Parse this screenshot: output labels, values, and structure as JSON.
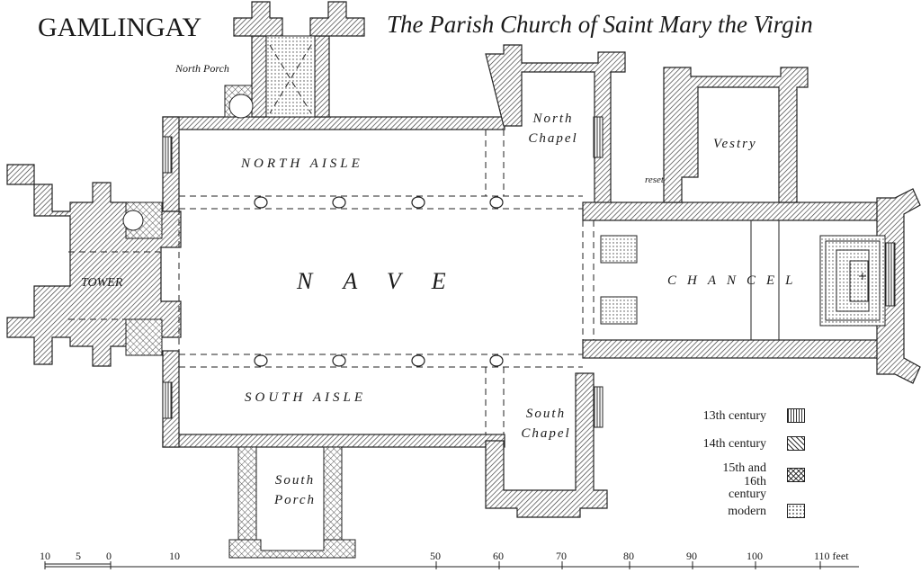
{
  "header": {
    "title": "GAMLINGAY",
    "subtitle": "The Parish Church of Saint Mary the Virgin"
  },
  "rooms": {
    "north_porch": "North Porch",
    "north_aisle": "NORTH AISLE",
    "north_chapel": "North Chapel",
    "vestry": "Vestry",
    "reset": "reset",
    "tower": "TOWER",
    "nave": "NAVE",
    "chancel": "CHANCEL",
    "south_aisle": "SOUTH AISLE",
    "south_chapel": "South Chapel",
    "south_porch": "South Porch"
  },
  "legend": {
    "items": [
      {
        "label": "13th century",
        "pattern": "vertical-hatch"
      },
      {
        "label": "14th century",
        "pattern": "diagonal-hatch"
      },
      {
        "label": "15th and 16th century",
        "pattern": "cross-hatch"
      },
      {
        "label": "modern",
        "pattern": "dotted"
      }
    ]
  },
  "scale": {
    "unit": "feet",
    "labels": [
      "10",
      "5",
      "0",
      "10",
      "50",
      "60",
      "70",
      "80",
      "90",
      "100",
      "110 feet"
    ]
  }
}
